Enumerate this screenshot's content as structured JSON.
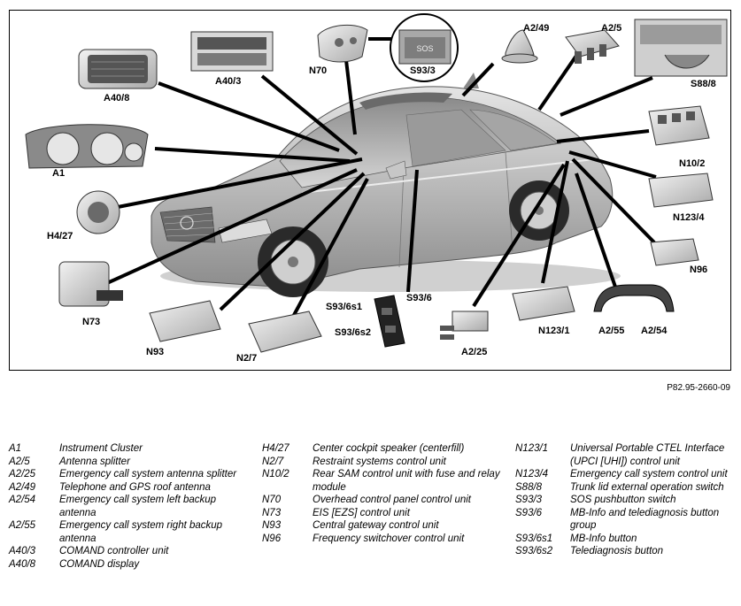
{
  "diagram": {
    "reference": "P82.95-2660-09",
    "labels": {
      "a40_8": "A40/8",
      "a40_3": "A40/3",
      "n70": "N70",
      "s93_3": "S93/3",
      "a2_49": "A2/49",
      "a2_5": "A2/5",
      "s88_8": "S88/8",
      "a1": "A1",
      "n10_2": "N10/2",
      "h4_27": "H4/27",
      "n123_4": "N123/4",
      "n96": "N96",
      "n73": "N73",
      "s93_6s1": "S93/6s1",
      "s93_6": "S93/6",
      "s93_6s2": "S93/6s2",
      "n93": "N93",
      "n2_7": "N2/7",
      "a2_25": "A2/25",
      "n123_1": "N123/1",
      "a2_55": "A2/55",
      "a2_54": "A2/54"
    },
    "sos_text": "SOS"
  },
  "legend": {
    "col1": [
      {
        "code": "A1",
        "desc": "Instrument Cluster"
      },
      {
        "code": "A2/5",
        "desc": "Antenna splitter"
      },
      {
        "code": "A2/25",
        "desc": "Emergency call system antenna splitter"
      },
      {
        "code": "A2/49",
        "desc": "Telephone and GPS roof antenna"
      },
      {
        "code": "A2/54",
        "desc": "Emergency call system left backup antenna"
      },
      {
        "code": "A2/55",
        "desc": "Emergency call system right backup antenna"
      },
      {
        "code": "A40/3",
        "desc": "COMAND controller unit"
      },
      {
        "code": "A40/8",
        "desc": "COMAND display"
      }
    ],
    "col2": [
      {
        "code": "H4/27",
        "desc": "Center cockpit speaker (centerfill)"
      },
      {
        "code": "N2/7",
        "desc": "Restraint systems control unit"
      },
      {
        "code": "N10/2",
        "desc": "Rear SAM control unit with fuse and relay module"
      },
      {
        "code": "N70",
        "desc": "Overhead control panel control unit"
      },
      {
        "code": "N73",
        "desc": "EIS [EZS] control unit"
      },
      {
        "code": "N93",
        "desc": "Central gateway control unit"
      },
      {
        "code": "N96",
        "desc": "Frequency switchover control unit"
      }
    ],
    "col3": [
      {
        "code": "N123/1",
        "desc": "Universal Portable CTEL Interface (UPCI [UHI]) control unit"
      },
      {
        "code": "N123/4",
        "desc": "Emergency call system control unit"
      },
      {
        "code": "S88/8",
        "desc": "Trunk lid external operation switch"
      },
      {
        "code": "S93/3",
        "desc": "SOS pushbutton switch"
      },
      {
        "code": "S93/6",
        "desc": "MB-Info and telediagnosis button group"
      },
      {
        "code": "S93/6s1",
        "desc": "MB-Info button"
      },
      {
        "code": "S93/6s2",
        "desc": "Telediagnosis button"
      }
    ]
  }
}
